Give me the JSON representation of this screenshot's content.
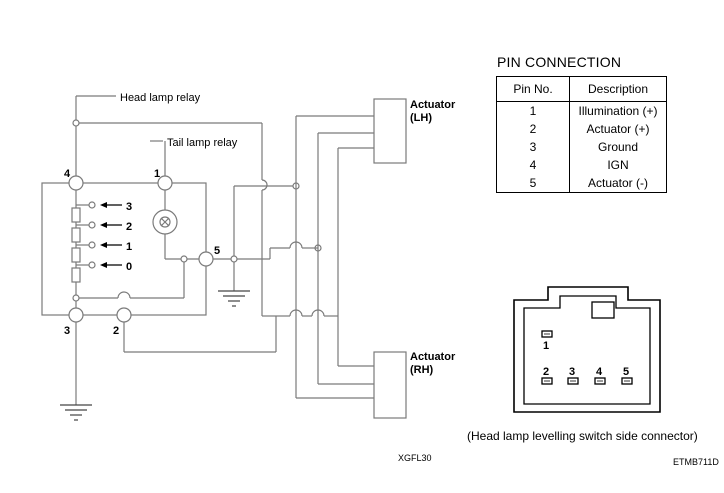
{
  "labels": {
    "head_lamp_relay": "Head lamp relay",
    "tail_lamp_relay": "Tail lamp relay",
    "actuator_lh_line1": "Actuator",
    "actuator_lh_line2": "(LH)",
    "actuator_rh_line1": "Actuator",
    "actuator_rh_line2": "(RH)",
    "figure_code_left": "XGFL30",
    "figure_code_right": "ETMB711D",
    "connector_caption": "(Head lamp levelling switch side connector)"
  },
  "switch_terminals": {
    "t4": "4",
    "t1": "1",
    "t3": "3",
    "t2": "2",
    "t5": "5"
  },
  "switch_positions": [
    "3",
    "2",
    "1",
    "0"
  ],
  "pin_connection": {
    "title": "PIN CONNECTION",
    "headers": [
      "Pin No.",
      "Description"
    ],
    "rows": [
      {
        "pin": "1",
        "desc": "Illumination (+)"
      },
      {
        "pin": "2",
        "desc": "Actuator (+)"
      },
      {
        "pin": "3",
        "desc": "Ground"
      },
      {
        "pin": "4",
        "desc": "IGN"
      },
      {
        "pin": "5",
        "desc": "Actuator (-)"
      }
    ]
  },
  "connector_pins": [
    "1",
    "2",
    "3",
    "4",
    "5"
  ]
}
